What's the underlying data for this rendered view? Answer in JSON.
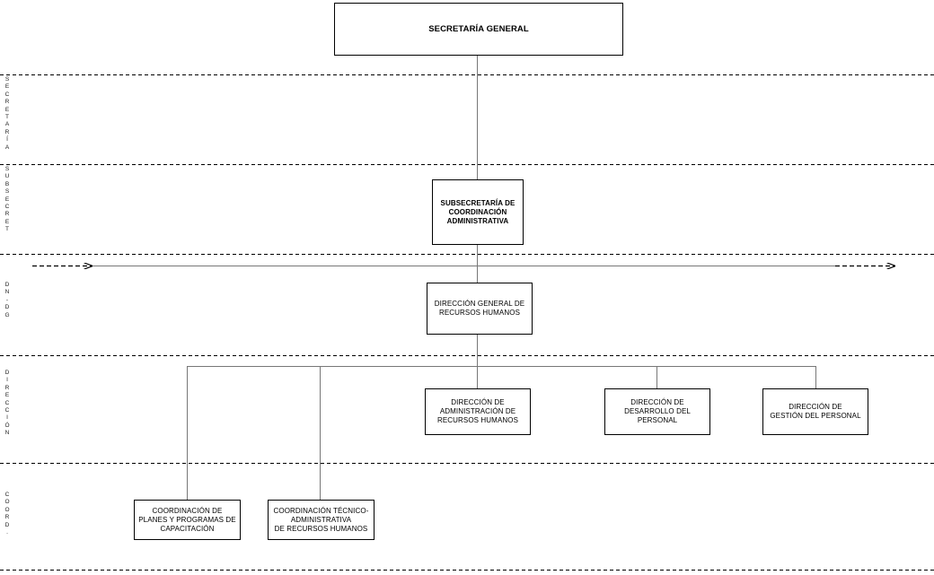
{
  "levels": {
    "secretaria": "S\nE\nC\nR\nE\nT\nA\nR\nÍ\nA",
    "subsecretaria": "S\nU\nB\nS\nE\nC\nR\nE\nT",
    "dn_dg": "D\nN\n-\nD\nG",
    "direccion": "D\nI\nR\nE\nC\nC\nI\nÓ\nN",
    "coord": "C\nO\nO\nR\nD\n."
  },
  "boxes": {
    "secretaria_general": "SECRETARÍA GENERAL",
    "subsecretaria": "SUBSECRETARÍA DE\nCOORDINACIÓN\nADMINISTRATIVA",
    "direccion_general": "DIRECCIÓN GENERAL DE\nRECURSOS HUMANOS",
    "dir_administracion": "DIRECCIÓN DE\nADMINISTRACIÓN DE\nRECURSOS HUMANOS",
    "dir_desarrollo": "DIRECCIÓN DE\nDESARROLLO DEL\nPERSONAL",
    "dir_gestion": "DIRECCIÓN DE\nGESTIÓN DEL PERSONAL",
    "coord_planes": "COORDINACIÓN DE\nPLANES Y PROGRAMAS DE\nCAPACITACIÓN",
    "coord_tecnico": "COORDINACIÓN TÉCNICO-\nADMINISTRATIVA\nDE RECURSOS HUMANOS"
  }
}
